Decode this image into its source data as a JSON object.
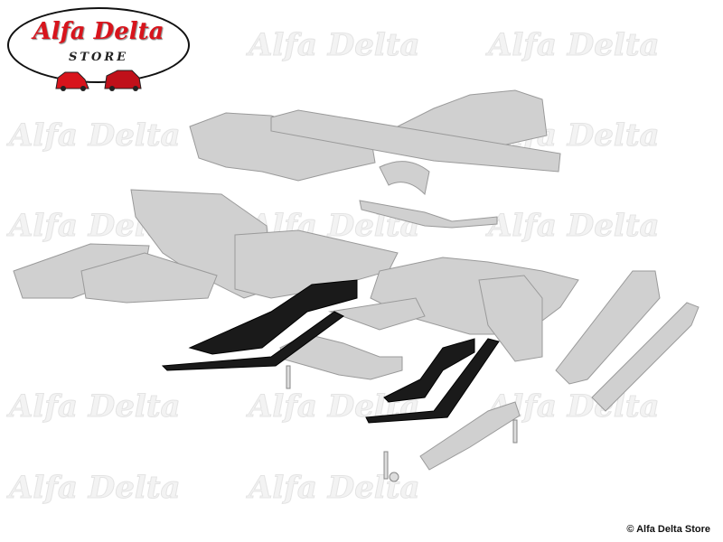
{
  "logo": {
    "title": "Alfa Delta",
    "subtitle": "STORE"
  },
  "watermark": "Alfa Delta",
  "copyright": "© Alfa Delta Store",
  "colors": {
    "brand_red": "#d8141c",
    "part_grey": "#c8c8c8",
    "highlight": "#111111"
  }
}
